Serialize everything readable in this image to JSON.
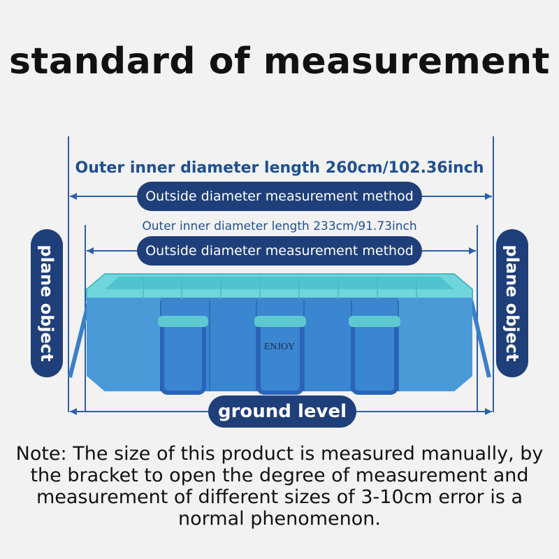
{
  "title": "standard of measurement",
  "outer_dimension": {
    "text": "Outer inner diameter length 260cm/102.36inch",
    "method_label": "Outside diameter measurement method"
  },
  "inner_dimension": {
    "text": "Outer inner diameter length 233cm/91.73inch",
    "method_label": "Outside diameter measurement method"
  },
  "side_labels": {
    "left": "plane object",
    "right": "plane object"
  },
  "ground_label": "ground level",
  "pool_brand": "ENJOY",
  "note": "Note: The size of this product is measured manually, by the bracket to open the degree of measurement and measurement of different sizes of 3-10cm error is a normal phenomenon.",
  "colors": {
    "accent": "#1f3f7a",
    "text_blue": "#1f4f8f",
    "pool_rim": "#5fd0d8",
    "pool_body": "#3a86d0"
  }
}
